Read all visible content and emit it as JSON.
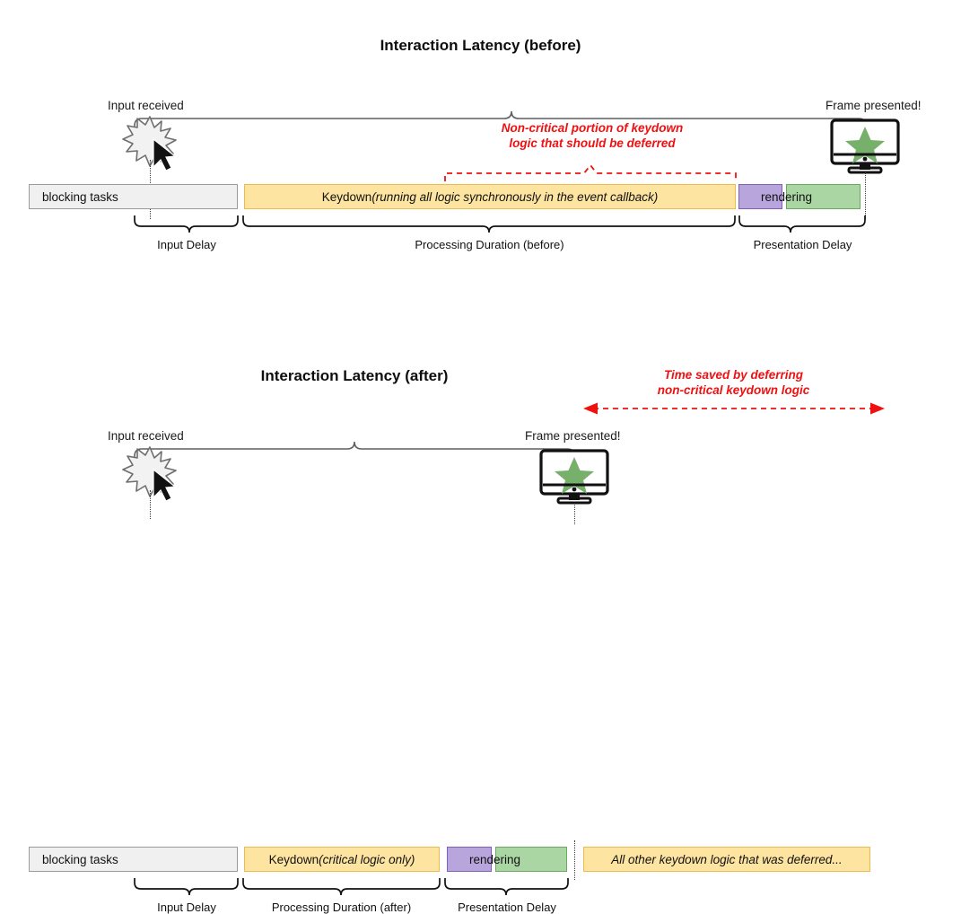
{
  "diagram_before": {
    "title": "Interaction Latency (before)",
    "input_label": "Input received",
    "frame_label": "Frame presented!",
    "red_note": "Non-critical portion of keydown\nlogic that should be deferred",
    "bars": [
      {
        "name": "blocking-tasks",
        "label": "blocking tasks",
        "color": "#f0f0f0"
      },
      {
        "name": "keydown",
        "label_main": "Keydown ",
        "label_italic": "(running all logic synchronously in the event callback)",
        "color": "#fde4a0"
      },
      {
        "name": "pre-render",
        "label": "",
        "color": "#b7a5dc"
      },
      {
        "name": "render",
        "label": "",
        "color": "#a9d6a2"
      }
    ],
    "rendering_text": "rendering",
    "phase_labels": [
      "Input Delay",
      "Processing Duration (before)",
      "Presentation Delay"
    ]
  },
  "diagram_after": {
    "title": "Interaction Latency (after)",
    "input_label": "Input received",
    "frame_label": "Frame presented!",
    "red_note": "Time saved by deferring\nnon-critical keydown logic",
    "bars": [
      {
        "name": "blocking-tasks",
        "label": "blocking tasks",
        "color": "#f0f0f0"
      },
      {
        "name": "keydown",
        "label_main": "Keydown ",
        "label_italic": "(critical logic only)",
        "color": "#fde4a0"
      },
      {
        "name": "pre-render",
        "label": "",
        "color": "#b7a5dc"
      },
      {
        "name": "render",
        "label": "",
        "color": "#a9d6a2"
      },
      {
        "name": "deferred",
        "label_italic": "All other keydown logic that was deferred...",
        "color": "#fde4a0"
      }
    ],
    "rendering_text": "rendering",
    "phase_labels": [
      "Input Delay",
      "Processing Duration (after)",
      "Presentation Delay"
    ]
  },
  "colors": {
    "yellow_fill": "#fde4a0",
    "yellow_border": "#ecbb4c",
    "purple_fill": "#b7a5dc",
    "purple_border": "#7d5fbe",
    "green_fill": "#a9d6a2",
    "green_border": "#6aa95f",
    "gray_fill": "#f0f0f0",
    "gray_border": "#9b9b9b",
    "red_accent": "#ef1111",
    "star_green": "#77b06a"
  },
  "icons": {
    "monitor": "monitor-icon",
    "star": "star-icon",
    "cursor": "cursor-icon",
    "burst": "burst-icon"
  }
}
